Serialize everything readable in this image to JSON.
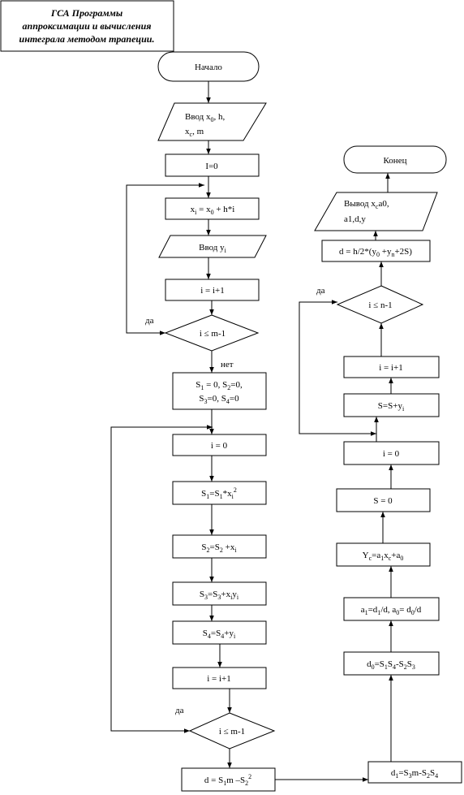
{
  "title": {
    "line1": "ГСА Программы",
    "line2": "аппроксимации и вычисления",
    "line3": "интеграла методом трапеции."
  },
  "nodes": {
    "start": "Начало",
    "input_x0": [
      {
        "t": "Ввод x"
      },
      {
        "t": "0",
        "sub": true
      },
      {
        "t": ", h,"
      }
    ],
    "input_xc": [
      {
        "t": "x"
      },
      {
        "t": "c",
        "sub": true
      },
      {
        "t": ",  m"
      }
    ],
    "i_init": "I=0",
    "xi_calc": [
      {
        "t": "x"
      },
      {
        "t": "i",
        "sub": true
      },
      {
        "t": " = x"
      },
      {
        "t": "0",
        "sub": true
      },
      {
        "t": " + h*i"
      }
    ],
    "input_yi": [
      {
        "t": "Ввод y"
      },
      {
        "t": "i",
        "sub": true
      }
    ],
    "inc1": "i = i+1",
    "cond1": "i ≤  m-1",
    "s_init1": [
      {
        "t": "S"
      },
      {
        "t": "1",
        "sub": true
      },
      {
        "t": " = 0, S"
      },
      {
        "t": "2",
        "sub": true
      },
      {
        "t": "=0,"
      }
    ],
    "s_init2": [
      {
        "t": "S"
      },
      {
        "t": "3",
        "sub": true
      },
      {
        "t": "=0,  S"
      },
      {
        "t": "4",
        "sub": true
      },
      {
        "t": "=0"
      }
    ],
    "i_zero1": "i = 0",
    "s1_calc": [
      {
        "t": "S"
      },
      {
        "t": "1",
        "sub": true
      },
      {
        "t": "=S"
      },
      {
        "t": "1",
        "sub": true
      },
      {
        "t": "*x"
      },
      {
        "t": "i",
        "sub": true
      },
      {
        "t": "2",
        "sup": true
      }
    ],
    "s2_calc": [
      {
        "t": "S"
      },
      {
        "t": "2",
        "sub": true
      },
      {
        "t": "=S"
      },
      {
        "t": "2",
        "sub": true
      },
      {
        "t": " +x"
      },
      {
        "t": "i",
        "sub": true
      }
    ],
    "s3_calc": [
      {
        "t": "S"
      },
      {
        "t": "3",
        "sub": true
      },
      {
        "t": "=S"
      },
      {
        "t": "3",
        "sub": true
      },
      {
        "t": "+x"
      },
      {
        "t": "i",
        "sub": true
      },
      {
        "t": "y"
      },
      {
        "t": "i",
        "sub": true
      }
    ],
    "s4_calc": [
      {
        "t": "S"
      },
      {
        "t": "4",
        "sub": true
      },
      {
        "t": "=S"
      },
      {
        "t": "4",
        "sub": true
      },
      {
        "t": "+y"
      },
      {
        "t": "i",
        "sub": true
      }
    ],
    "inc2": "i = i+1",
    "cond2": "i ≤  m-1",
    "d_calc": [
      {
        "t": "d = S"
      },
      {
        "t": "1",
        "sub": true
      },
      {
        "t": "m –S"
      },
      {
        "t": "2",
        "sub": true
      },
      {
        "t": "2",
        "sup": true
      }
    ],
    "d1_calc": [
      {
        "t": "d"
      },
      {
        "t": "1",
        "sub": true
      },
      {
        "t": "=S"
      },
      {
        "t": "3",
        "sub": true
      },
      {
        "t": "m-S"
      },
      {
        "t": "2",
        "sub": true
      },
      {
        "t": "S"
      },
      {
        "t": "4",
        "sub": true
      }
    ],
    "d0_calc": [
      {
        "t": "d"
      },
      {
        "t": "0",
        "sub": true
      },
      {
        "t": "=S"
      },
      {
        "t": "1",
        "sub": true
      },
      {
        "t": "S"
      },
      {
        "t": "4",
        "sub": true
      },
      {
        "t": "-S"
      },
      {
        "t": "2",
        "sub": true
      },
      {
        "t": "S"
      },
      {
        "t": "3",
        "sub": true
      }
    ],
    "a_calc": [
      {
        "t": "a"
      },
      {
        "t": "1",
        "sub": true
      },
      {
        "t": "=d"
      },
      {
        "t": "1",
        "sub": true
      },
      {
        "t": "/d,  a"
      },
      {
        "t": "0",
        "sub": true
      },
      {
        "t": "= d"
      },
      {
        "t": "0",
        "sub": true
      },
      {
        "t": "/d"
      }
    ],
    "yc_calc": [
      {
        "t": "Y"
      },
      {
        "t": "c",
        "sub": true
      },
      {
        "t": "=a"
      },
      {
        "t": "1",
        "sub": true
      },
      {
        "t": "x"
      },
      {
        "t": "c",
        "sub": true
      },
      {
        "t": "+a"
      },
      {
        "t": "0",
        "sub": true
      }
    ],
    "s_zero": "S = 0",
    "i_zero2": "i = 0",
    "s_sum": [
      {
        "t": "S=S+y"
      },
      {
        "t": "i",
        "sub": true
      }
    ],
    "inc3": "i = i+1",
    "cond3": "i ≤  n-1",
    "d_trap": [
      {
        "t": "d = h/2*(y"
      },
      {
        "t": "0",
        "sub": true
      },
      {
        "t": " +y"
      },
      {
        "t": "n",
        "sub": true
      },
      {
        "t": "+2S)"
      }
    ],
    "output1": [
      {
        "t": "Вывод  x"
      },
      {
        "t": "c",
        "sub": true
      },
      {
        "t": "a0,"
      }
    ],
    "output2": "a1,d,y",
    "end": "Конец"
  },
  "labels": {
    "yes1": "да",
    "no1": "нет",
    "yes2": "да",
    "yes3": "да"
  }
}
